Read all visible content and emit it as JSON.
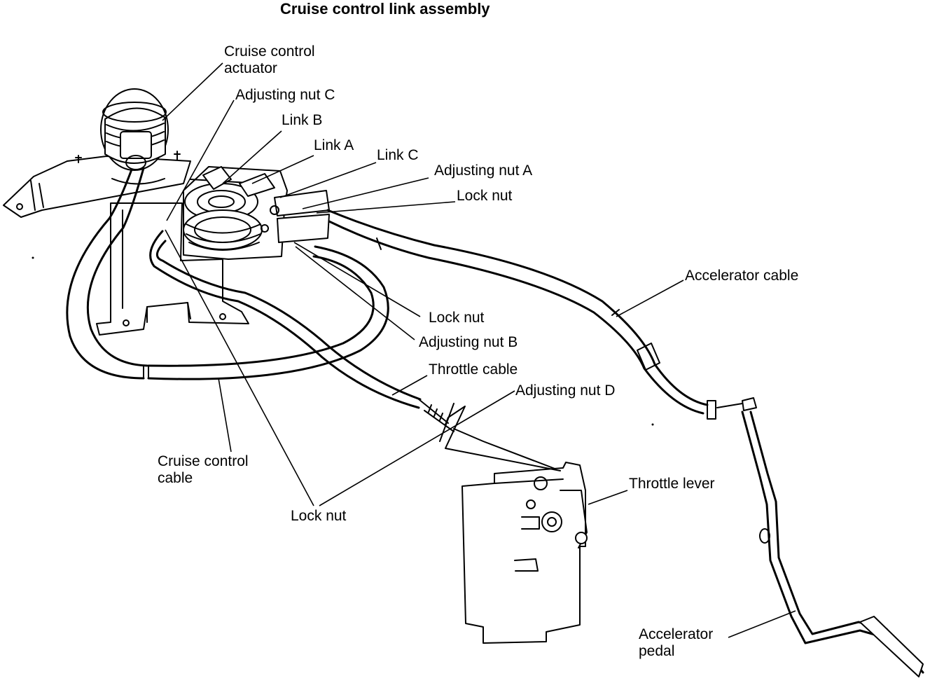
{
  "title": "Cruise control link assembly",
  "labels": {
    "actuator_line1": "Cruise control",
    "actuator_line2": "actuator",
    "adjusting_nut_c": "Adjusting nut C",
    "link_b": "Link B",
    "link_a": "Link A",
    "link_c": "Link C",
    "adjusting_nut_a": "Adjusting nut A",
    "lock_nut_top": "Lock nut",
    "accelerator_cable": "Accelerator cable",
    "lock_nut_mid": "Lock nut",
    "adjusting_nut_b": "Adjusting nut B",
    "throttle_cable": "Throttle cable",
    "adjusting_nut_d": "Adjusting nut D",
    "cc_cable_line1": "Cruise control",
    "cc_cable_line2": "cable",
    "throttle_lever": "Throttle lever",
    "lock_nut_bottom": "Lock nut",
    "pedal_line1": "Accelerator",
    "pedal_line2": "pedal"
  }
}
